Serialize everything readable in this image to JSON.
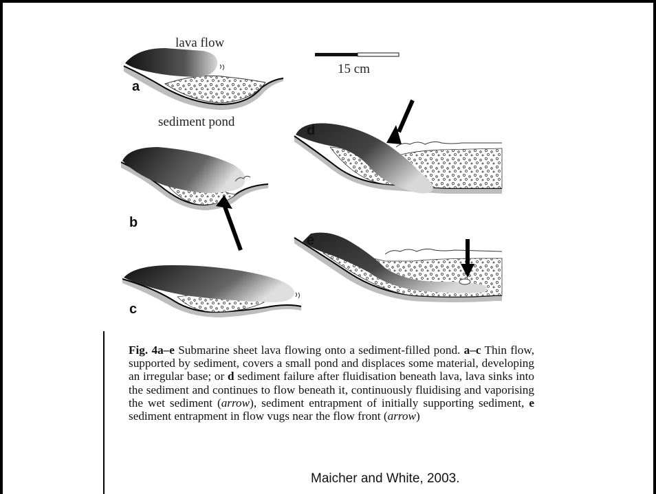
{
  "figure": {
    "label_lava_flow": "lava flow",
    "label_sediment_pond": "sediment pond",
    "scale_label": "15 cm",
    "panel_a": "a",
    "panel_b": "b",
    "panel_c": "c",
    "panel_d": "d",
    "panel_e": "e"
  },
  "caption": {
    "fig_ref": "Fig. 4a–e",
    "s1": " Submarine sheet lava flowing onto a sediment-filled pond. ",
    "ref_ac": "a–c",
    "s2": " Thin flow, supported by sediment, covers a small pond and displaces some material, developing an irregular base; or ",
    "ref_d": "d",
    "s3": " sediment failure after fluidisation beneath lava, lava sinks into the sediment and continues to flow beneath it, continuously fluidising and vaporising the wet sediment (",
    "arrow1": "arrow",
    "s4": "), sediment entrapment of initially supporting sediment, ",
    "ref_e": "e",
    "s5": " sediment entrapment in flow vugs near the flow front (",
    "arrow2": "arrow",
    "s6": ")"
  },
  "citation": "Maicher and White, 2003."
}
